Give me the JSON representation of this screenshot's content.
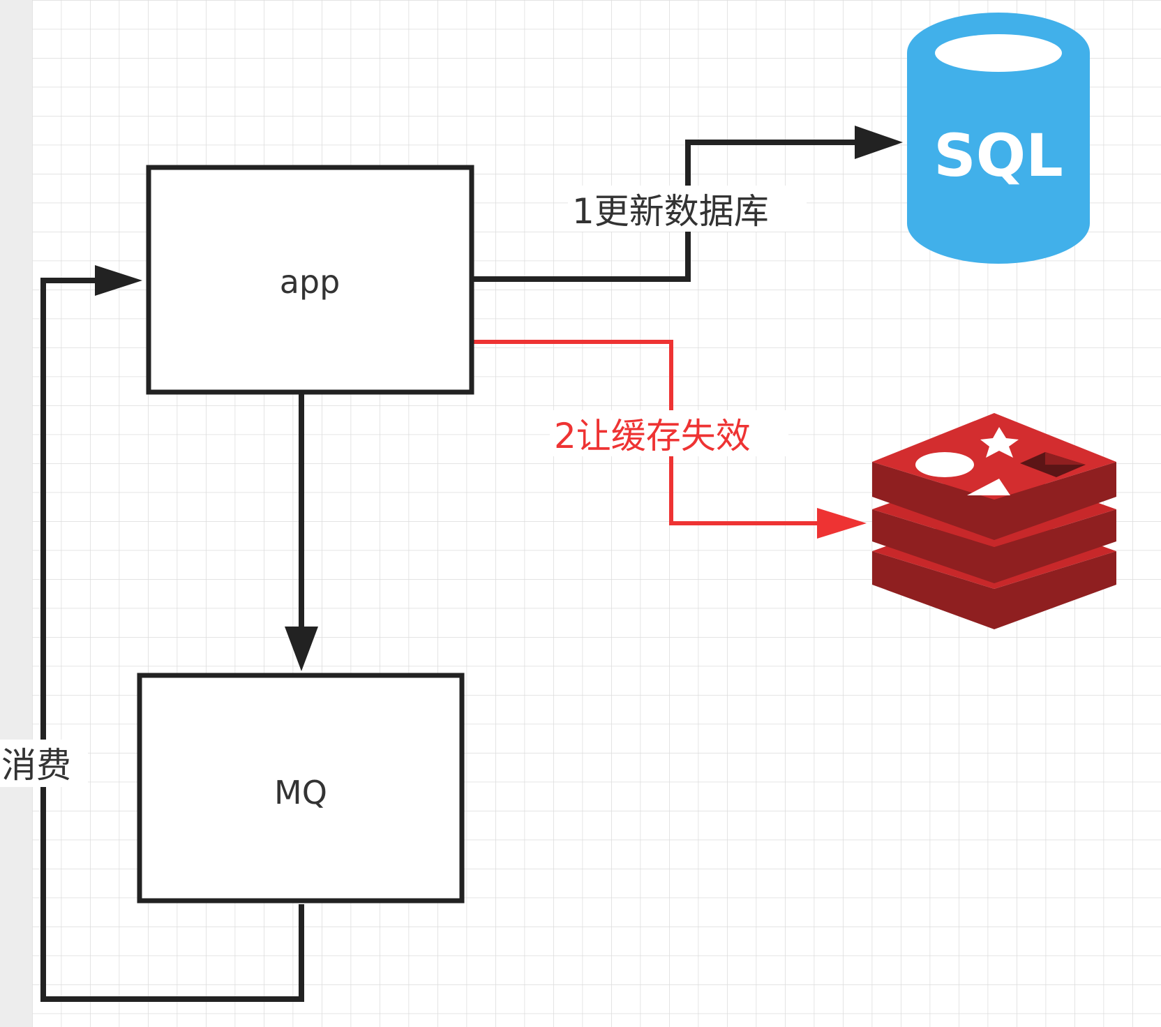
{
  "diagram": {
    "nodes": {
      "app": {
        "label": "app"
      },
      "mq": {
        "label": "MQ"
      },
      "sql": {
        "label": "SQL",
        "icon": "database-cylinder-icon",
        "color": "#41b0ea"
      },
      "redis": {
        "icon": "redis-logo-icon",
        "color": "#c8282a"
      }
    },
    "edges": {
      "update_db": {
        "label": "1更新数据库",
        "color": "#222222"
      },
      "invalidate_cache": {
        "label": "2让缓存失效",
        "color": "#ee3333"
      },
      "to_mq": {
        "color": "#222222"
      },
      "consume": {
        "label": "消费",
        "color": "#222222"
      }
    }
  }
}
